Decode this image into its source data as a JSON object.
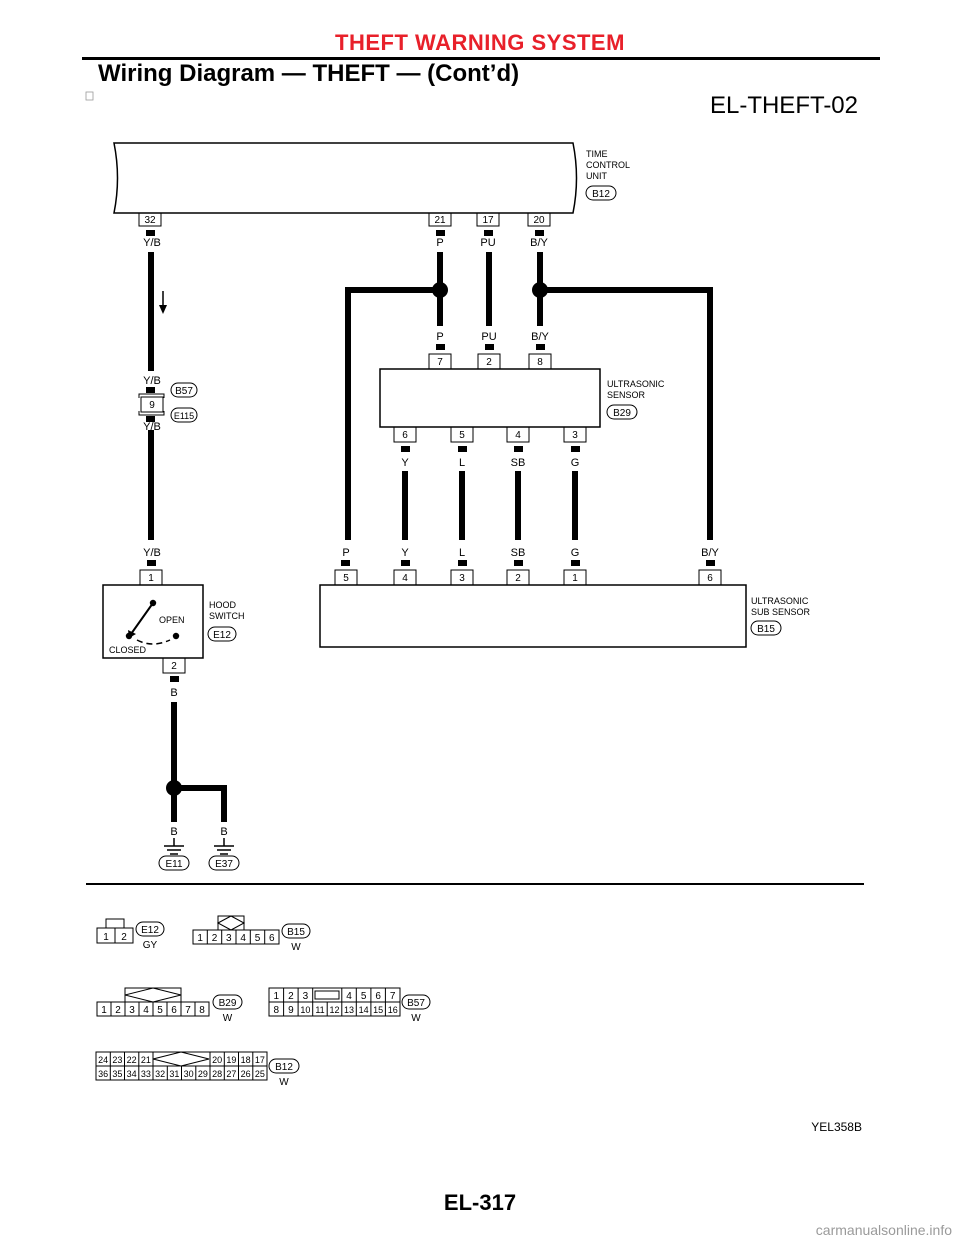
{
  "header": {
    "section_title": "THEFT WARNING SYSTEM",
    "page_subtitle": "Wiring Diagram — THEFT — (Cont’d)",
    "diagram_id": "EL-THEFT-02"
  },
  "components": {
    "time_control_unit": {
      "label_lines": [
        "TIME",
        "CONTROL",
        "UNIT"
      ],
      "code": "B12"
    },
    "ultrasonic_sensor": {
      "label_lines": [
        "ULTRASONIC",
        "SENSOR"
      ],
      "code": "B29"
    },
    "ultrasonic_sub_sensor": {
      "label_lines": [
        "ULTRASONIC",
        "SUB SENSOR"
      ],
      "code": "B15"
    },
    "hood_switch": {
      "label_lines": [
        "HOOD",
        "SWITCH"
      ],
      "code": "E12",
      "open_label": "OPEN",
      "closed_label": "CLOSED"
    },
    "joint_connector": {
      "top_code": "B57",
      "bottom_code": "E115",
      "pin": "9"
    }
  },
  "pins": {
    "tcu": [
      "32",
      "21",
      "17",
      "20"
    ],
    "sensor_top": [
      "7",
      "2",
      "8"
    ],
    "sensor_bottom": [
      "6",
      "5",
      "4",
      "3"
    ],
    "sub_sensor": [
      "5",
      "4",
      "3",
      "2",
      "1",
      "6"
    ],
    "hood_top": "1",
    "hood_bottom": "2"
  },
  "wires": {
    "tcu": [
      "Y/B",
      "P",
      "PU",
      "B/Y"
    ],
    "sensor_top": [
      "P",
      "PU",
      "B/Y"
    ],
    "sensor_bottom": [
      "Y",
      "L",
      "SB",
      "G"
    ],
    "sub_sensor": [
      "P",
      "Y",
      "L",
      "SB",
      "G",
      "B/Y"
    ],
    "left_column": [
      "Y/B",
      "Y/B",
      "Y/B"
    ],
    "hood_bottom": "B",
    "grounds": [
      "B",
      "B"
    ]
  },
  "grounds": [
    "E11",
    "E37"
  ],
  "connector_views": {
    "e12": {
      "code": "E12",
      "color": "GY",
      "pins": [
        "1",
        "2"
      ]
    },
    "b15": {
      "code": "B15",
      "color": "W",
      "pins": [
        "1",
        "2",
        "3",
        "4",
        "5",
        "6"
      ]
    },
    "b29": {
      "code": "B29",
      "color": "W",
      "pins": [
        "1",
        "2",
        "3",
        "4",
        "5",
        "6",
        "7",
        "8"
      ]
    },
    "b57": {
      "code": "B57",
      "color": "W",
      "top_pins": [
        "1",
        "2",
        "3",
        "4",
        "5",
        "6",
        "7"
      ],
      "bottom_pins": [
        "8",
        "9",
        "10",
        "11",
        "12",
        "13",
        "14",
        "15",
        "16"
      ]
    },
    "b12": {
      "code": "B12",
      "color": "W",
      "top_pins": [
        "24",
        "23",
        "22",
        "21",
        "20",
        "19",
        "18",
        "17"
      ],
      "bottom_pins": [
        "36",
        "35",
        "34",
        "33",
        "32",
        "31",
        "30",
        "29",
        "28",
        "27",
        "26",
        "25"
      ]
    }
  },
  "footer": {
    "figure_code": "YEL358B",
    "page_number": "EL-317",
    "watermark": "carmanualsonline.info"
  }
}
